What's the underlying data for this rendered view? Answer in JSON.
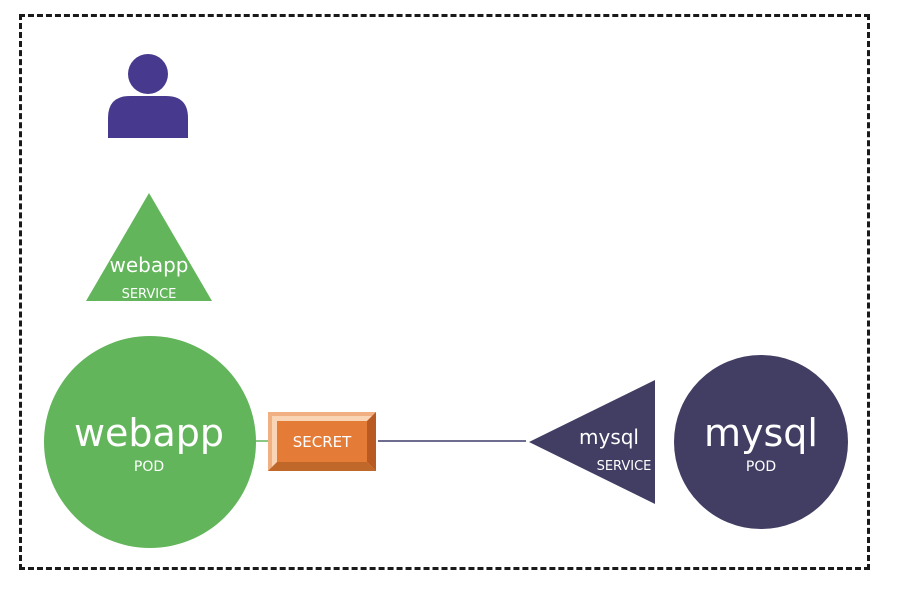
{
  "colors": {
    "webapp_green": "#62b55a",
    "mysql_navy": "#413d63",
    "user_purple": "#47398d",
    "secret_orange": "#e47c38",
    "connector": "#3f3b6a",
    "border": "#1a1a1a"
  },
  "user": {
    "icon": "user-icon"
  },
  "webapp_service": {
    "name": "webapp",
    "type": "SERVICE"
  },
  "webapp_pod": {
    "name": "webapp",
    "type": "POD"
  },
  "secret": {
    "label": "SECRET"
  },
  "mysql_service": {
    "name": "mysql",
    "type": "SERVICE"
  },
  "mysql_pod": {
    "name": "mysql",
    "type": "POD"
  }
}
